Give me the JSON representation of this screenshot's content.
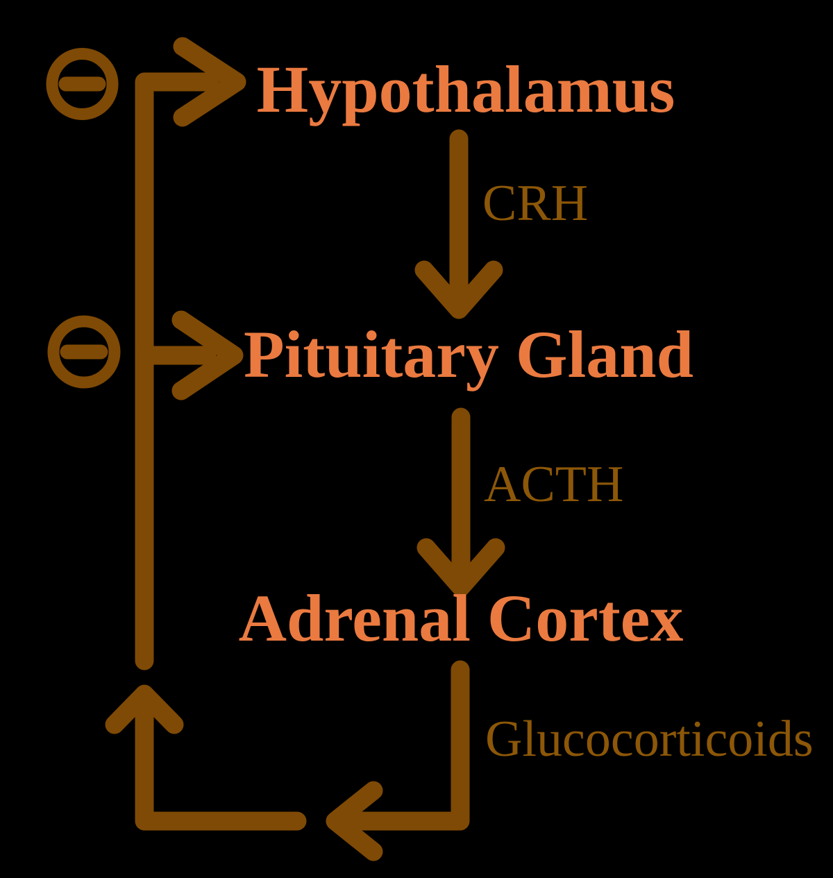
{
  "diagram": {
    "type": "flow-diagram",
    "nodes": [
      {
        "label": "Hypothalamus"
      },
      {
        "label": "Pituitary Gland"
      },
      {
        "label": "Adrenal Cortex"
      }
    ],
    "hormones": [
      {
        "label": "CRH",
        "from": "Hypothalamus",
        "to": "Pituitary Gland"
      },
      {
        "label": "ACTH",
        "from": "Pituitary Gland",
        "to": "Adrenal Cortex"
      },
      {
        "label": "Glucocorticoids",
        "from": "Adrenal Cortex",
        "to": "Hypothalamus"
      }
    ],
    "feedback_symbols": [
      {
        "icon": "minus-circle-icon",
        "target": "Hypothalamus"
      },
      {
        "icon": "minus-circle-icon",
        "target": "Pituitary Gland"
      }
    ],
    "colors": {
      "background": "#000000",
      "arrow": "#7F4A05",
      "hormone_label": "#8C5708",
      "node_label": "#EA7A40"
    }
  }
}
